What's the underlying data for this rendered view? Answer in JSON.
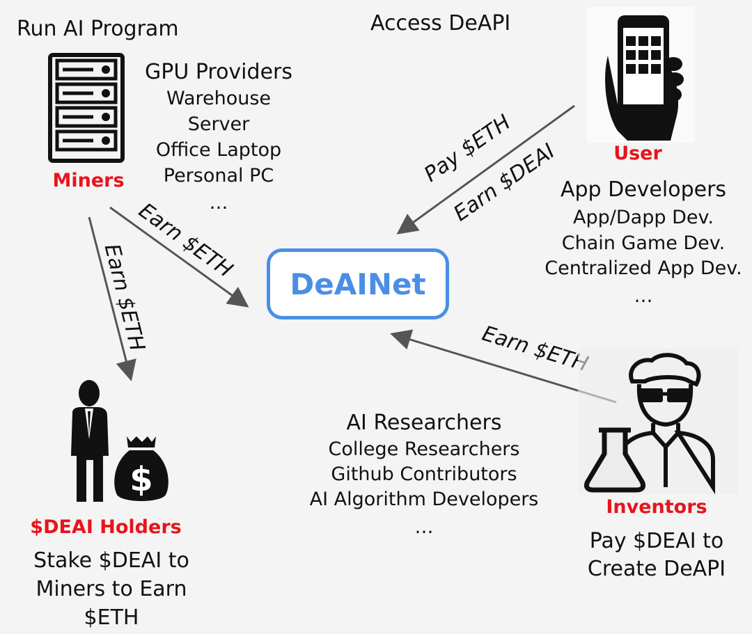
{
  "top": {
    "run_ai": "Run AI Program",
    "access": "Access DeAPI"
  },
  "miners": {
    "label": "Miners",
    "group_title": "GPU Providers",
    "items": [
      "Warehouse",
      "Server",
      "Office Laptop",
      "Personal PC",
      "…"
    ]
  },
  "user": {
    "label": "User",
    "group_title": "App Developers",
    "items": [
      "App/Dapp Dev.",
      "Chain Game Dev.",
      "Centralized App Dev.",
      "…"
    ]
  },
  "center": {
    "label": "DeAINet"
  },
  "researchers": {
    "group_title": "AI Researchers",
    "items": [
      "College Researchers",
      "Github Contributors",
      "AI Algorithm Developers",
      "…"
    ]
  },
  "inventors": {
    "label": "Inventors",
    "note_lines": [
      "Pay $DEAI to",
      "Create DeAPI"
    ]
  },
  "holders": {
    "label": "$DEAI Holders",
    "note_lines": [
      "Stake $DEAI to",
      "Miners to Earn",
      "$ETH"
    ]
  },
  "edges": {
    "miners_to_net": "Earn $ETH",
    "miners_to_holders": "Earn $ETH",
    "user_pay": "Pay $ETH",
    "user_earn": "Earn $DEAI",
    "inventors_to_net": "Earn $ETH"
  },
  "colors": {
    "accent": "#4a8ee6",
    "highlight": "#e8141b",
    "ink": "#111111"
  },
  "icons": {
    "miners": "server-rack-icon",
    "user": "hand-holding-phone-icon",
    "inventors": "scientist-with-flask-icon",
    "holders": "businessman-with-money-bag-icon"
  }
}
